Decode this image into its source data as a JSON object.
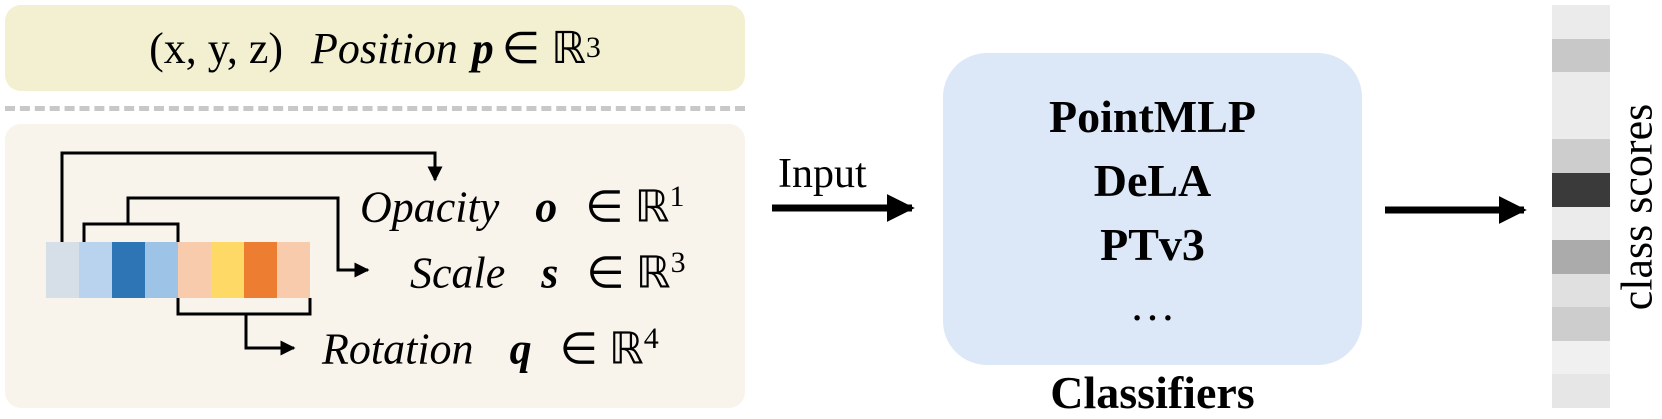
{
  "position": {
    "coords": "(x, y, z)",
    "name": "Position",
    "symbol": "p",
    "set": "∈ ℝ",
    "dim": "3"
  },
  "attributes": [
    {
      "name": "Opacity",
      "symbol": "o",
      "set": "∈ ℝ",
      "dim": "1"
    },
    {
      "name": "Scale",
      "symbol": "s",
      "set": "∈ ℝ",
      "dim": "3"
    },
    {
      "name": "Rotation",
      "symbol": "q",
      "set": "∈ ℝ",
      "dim": "4"
    }
  ],
  "feature_cells": [
    "#d6dee8",
    "#b9d3ee",
    "#2e75b6",
    "#9dc3e6",
    "#f8cbad",
    "#ffd966",
    "#ed7d31",
    "#f8cbad"
  ],
  "input_label": "Input",
  "classifiers": {
    "items": [
      "PointMLP",
      "DeLA",
      "PTv3",
      "…"
    ],
    "title": "Classifiers"
  },
  "class_scores": {
    "label": "class scores",
    "cells": [
      "#ebebeb",
      "#c8c8c8",
      "#ebebeb",
      "#ebebeb",
      "#cdcdcd",
      "#3a3a3a",
      "#ebebeb",
      "#ababab",
      "#e0e0e0",
      "#cdcdcd",
      "#f0f0f0",
      "#e6e6e6"
    ]
  },
  "colors": {
    "position_box": "#f2f0d1",
    "attribute_box": "#f8f4ec",
    "classifier_box": "#dce8f8",
    "arrow": "#000000"
  }
}
